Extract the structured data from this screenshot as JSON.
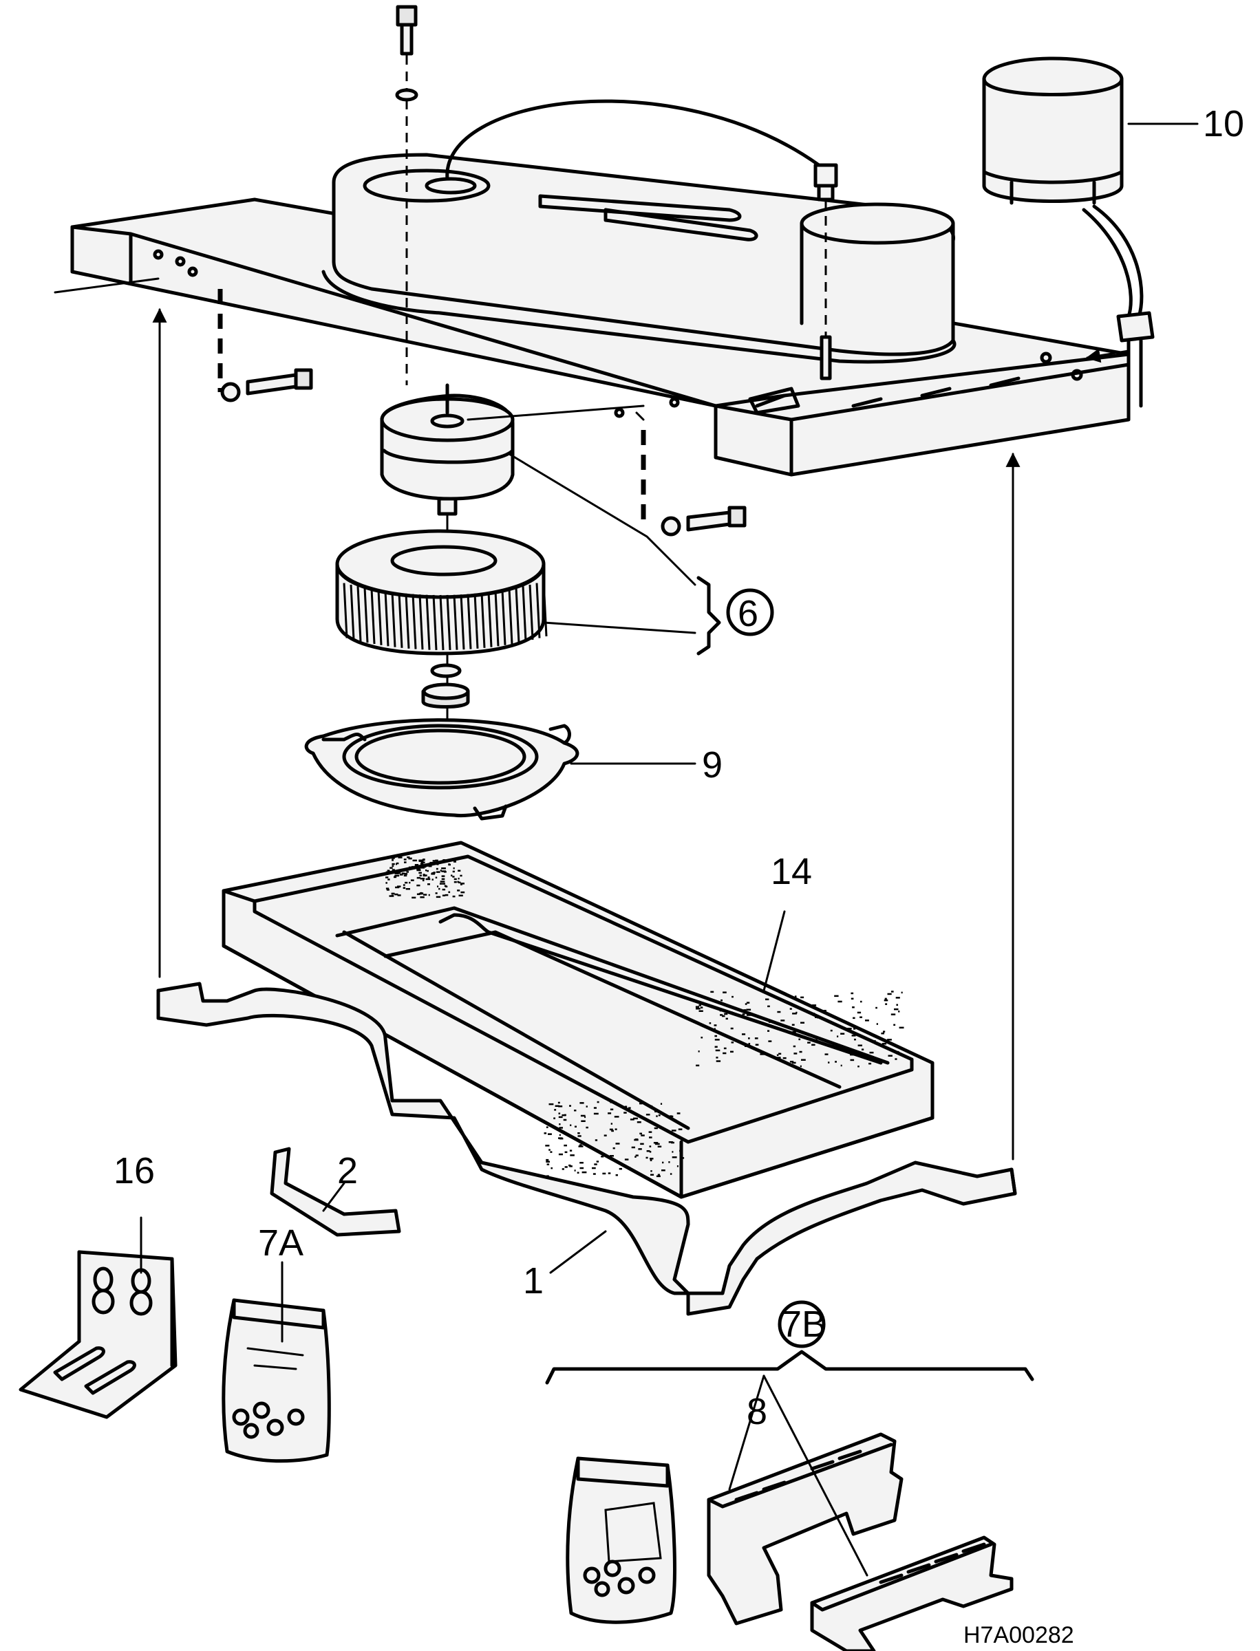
{
  "labels": {
    "p1": "1",
    "p2": "2",
    "p6": "6",
    "p7a": "7A",
    "p7b": "7B",
    "p8": "8",
    "p9": "9",
    "p10": "10",
    "p14": "14",
    "p16": "16"
  },
  "drawing_code": "H7A00282"
}
